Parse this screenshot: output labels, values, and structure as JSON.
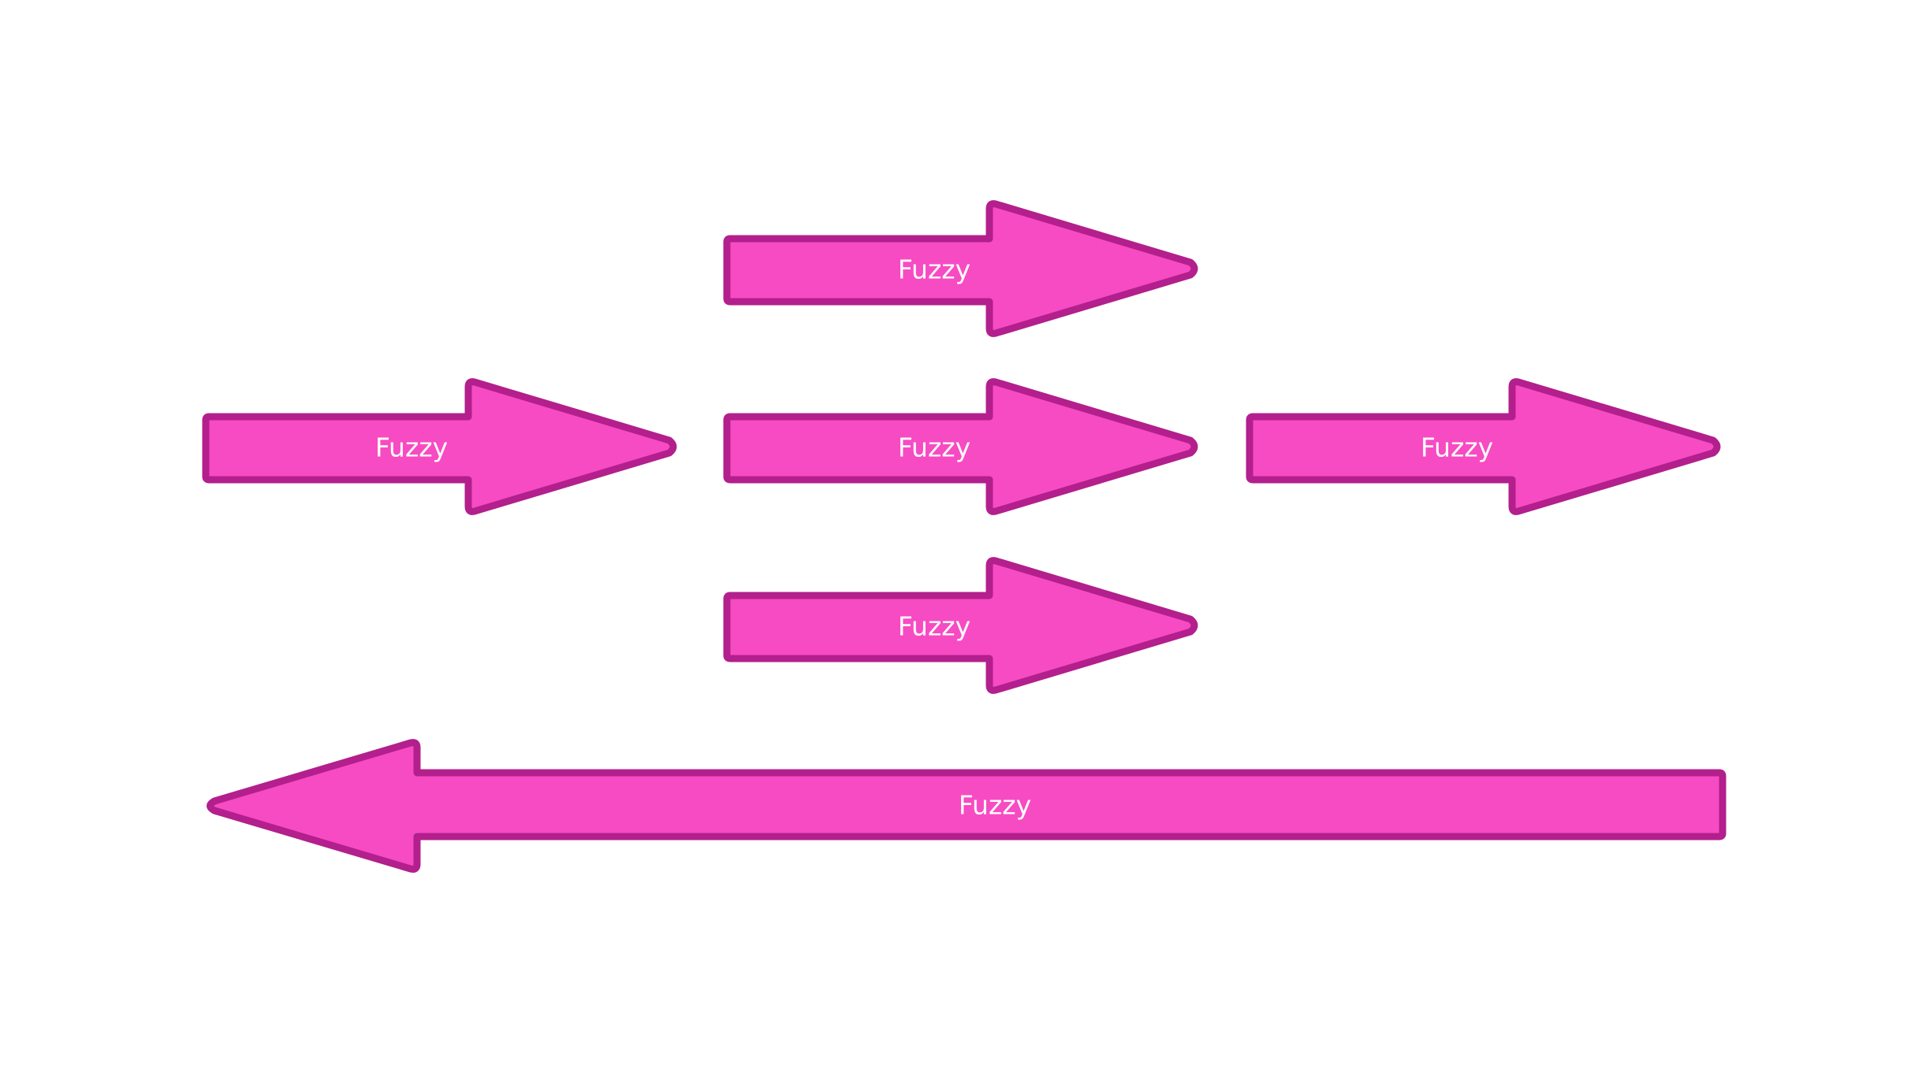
{
  "colors": {
    "fill": "#f74bc3",
    "stroke": "#b31f8c",
    "label": "#ffffff",
    "background": "#ffffff"
  },
  "arrows": [
    {
      "label": "Fuzzy",
      "direction": "right"
    },
    {
      "label": "Fuzzy",
      "direction": "right"
    },
    {
      "label": "Fuzzy",
      "direction": "right"
    },
    {
      "label": "Fuzzy",
      "direction": "right"
    },
    {
      "label": "Fuzzy",
      "direction": "right"
    },
    {
      "label": "Fuzzy",
      "direction": "left"
    }
  ]
}
